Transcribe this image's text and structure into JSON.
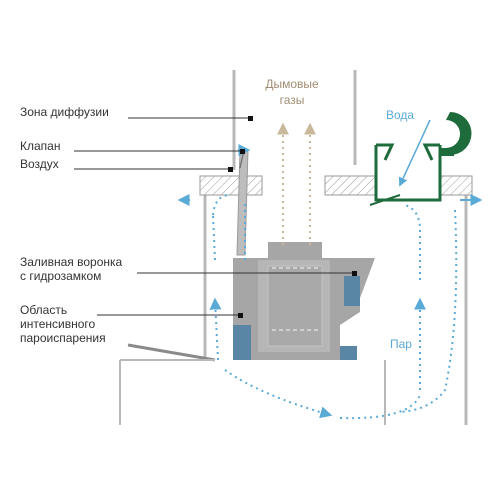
{
  "labels": {
    "diffusion_zone": "Зона диффузии",
    "valve": "Клапан",
    "air": "Воздух",
    "funnel_line1": "Заливная воронка",
    "funnel_line2": "с гидрозамком",
    "evap_line1": "Область",
    "evap_line2": "интенсивного",
    "evap_line3": "пароиспарения",
    "flue_line1": "Дымовые",
    "flue_line2": "газы",
    "water": "Вода",
    "steam": "Пар"
  },
  "colors": {
    "body_gray": "#a6a6a6",
    "inner_gray": "#b6b6b6",
    "water_blue": "#5a86a6",
    "flow_blue": "#5aaad6",
    "flue_tan": "#c9b89a",
    "valve_green": "#1e6b3c",
    "line_gray": "#b8b8b8",
    "text": "#333333"
  }
}
